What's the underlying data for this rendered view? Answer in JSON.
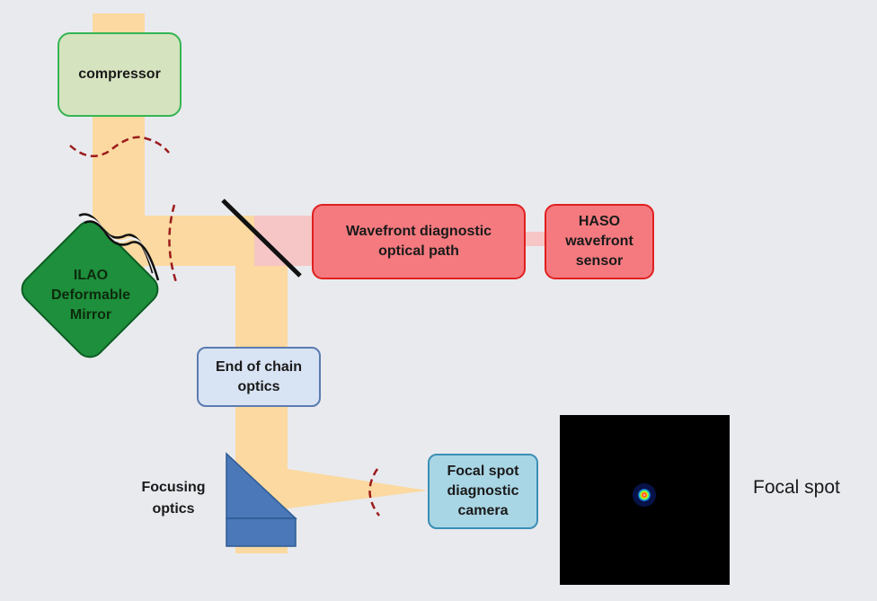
{
  "labels": {
    "compressor": "compressor",
    "ilao_mirror": "ILAO\nDeformable\nMirror",
    "wavefront_path": "Wavefront diagnostic\noptical path",
    "haso_sensor": "HASO\nwavefront\nsensor",
    "end_of_chain": "End of chain\noptics",
    "focusing_optics": "Focusing\noptics",
    "focal_camera": "Focal spot\ndiagnostic\ncamera",
    "focal_spot": "Focal spot"
  },
  "colors": {
    "background": "#e9eaee",
    "beam": "#fbd9a0",
    "diagnostic_beam": "#f6c6c6",
    "compressor_fill": "#d6e3bf",
    "compressor_border": "#35b553",
    "mirror_fill": "#1e8f3c",
    "diagnostic_fill": "#f47a7f",
    "diagnostic_border": "#e02020",
    "end_chain_fill": "#d8e3f3",
    "end_chain_border": "#5b7bb0",
    "focusing_fill": "#4a78b8",
    "camera_fill": "#a9d6e5",
    "wavefront_marks": "#9b1c1c"
  }
}
